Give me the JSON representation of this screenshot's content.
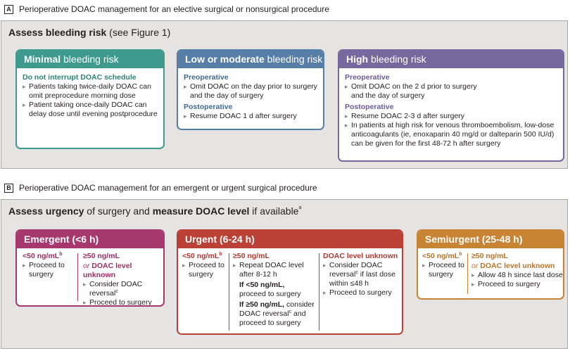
{
  "panelA": {
    "letter": "A",
    "heading": "Perioperative DOAC management for an elective surgical or nonsurgical procedure",
    "title_bold": "Assess bleeding risk",
    "title_rest": " (see Figure 1)",
    "minimal": {
      "title_bold": "Minimal",
      "title_rest": " bleeding risk",
      "sub": "Do not interrupt DOAC schedule",
      "items": [
        "Patients taking twice-daily DOAC can omit preprocedure morning dose",
        "Patient taking once-daily DOAC can delay dose until evening postprocedure"
      ]
    },
    "low": {
      "title_bold": "Low or moderate",
      "title_rest": " bleeding risk",
      "pre_label": "Preoperative",
      "pre_items": [
        "Omit DOAC on the day prior to surgery and the day of surgery"
      ],
      "post_label": "Postoperative",
      "post_items": [
        "Resume DOAC 1 d after surgery"
      ]
    },
    "high": {
      "title_bold": "High",
      "title_rest": " bleeding risk",
      "pre_label": "Preoperative",
      "pre_items": [
        "Omit DOAC on the 2 d prior to surgery and the day of surgery"
      ],
      "post_label": "Postoperative",
      "post_items": [
        "Resume DOAC 2-3 d after surgery",
        "In patients at high risk for venous thromboembolism, low-dose anticoagulants (ie, enoxaparin 40 mg/d or dalteparin 500 IU/d) can be given for the first 48-72 h after surgery"
      ]
    }
  },
  "panelB": {
    "letter": "B",
    "heading": "Perioperative DOAC management for an emergent or urgent surgical procedure",
    "title_bold1": "Assess urgency",
    "title_mid": " of surgery and ",
    "title_bold2": "measure DOAC level",
    "title_rest": " if available",
    "title_sup": "a",
    "emergent": {
      "title": "Emergent (<6 h)",
      "c1_label": "<50 ng/mL",
      "c1_sup": "b",
      "c1_item": "Proceed to surgery",
      "c2_label": "≥50 ng/mL",
      "c2_or": "or",
      "c2_label2": "DOAC level unknown",
      "c2_item1": "Consider DOAC reversal",
      "c2_item1_sup": "c",
      "c2_item2": "Proceed to surgery"
    },
    "urgent": {
      "title": "Urgent (6-24 h)",
      "c1_label": "<50 ng/mL",
      "c1_sup": "b",
      "c1_item": "Proceed to surgery",
      "c2_label": "≥50 ng/mL",
      "c2_item": "Repeat DOAC level after 8-12 h",
      "c2_if1": "If <50 ng/mL,",
      "c2_if1_rest": "proceed to surgery",
      "c2_if2": "If ≥50 ng/mL,",
      "c2_if2_rest1": " consider DOAC reversal",
      "c2_if2_sup": "c",
      "c2_if2_rest2": " and proceed to surgery",
      "c3_label": "DOAC level unknown",
      "c3_item1a": "Consider DOAC reversal",
      "c3_item1_sup": "c",
      "c3_item1b": " if last dose within ≤48 h",
      "c3_item2": "Proceed to surgery"
    },
    "semiurgent": {
      "title": "Semiurgent (25-48 h)",
      "c1_label": "<50 ng/mL",
      "c1_sup": "b",
      "c1_item": "Proceed to surgery",
      "c2_label": "≥50 ng/mL",
      "c2_or": "or",
      "c2_label2": "DOAC level unknown",
      "c2_item1": "Allow 48 h since last dose",
      "c2_item2": "Proceed to surgery"
    }
  }
}
